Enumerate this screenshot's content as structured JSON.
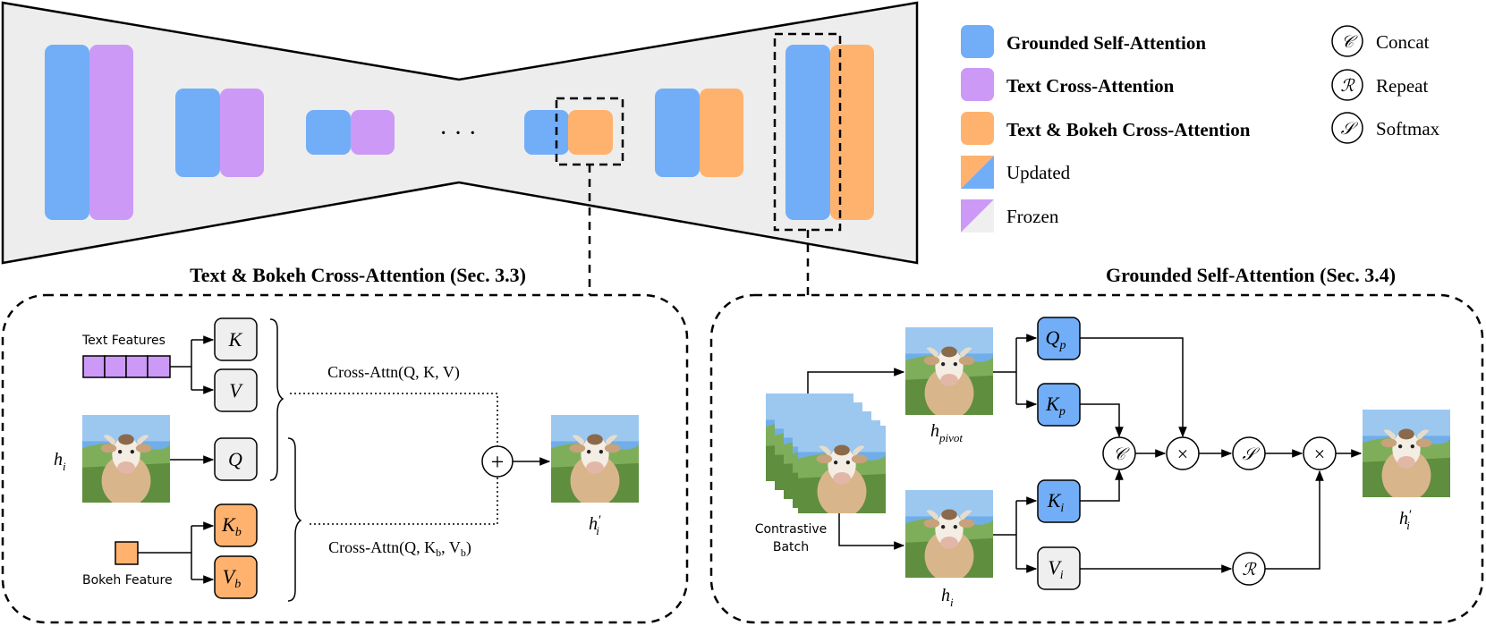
{
  "colors": {
    "blue": "#72AEF8",
    "purple": "#CC99F7",
    "orange": "#FFB26E",
    "frozen_gray": "#EFEFEF",
    "unet_fill": "#EDEDED",
    "image_sky": "#6FAEE8",
    "image_grass": "#6E9E4E"
  },
  "legend": {
    "items": [
      {
        "label": "Grounded Self-Attention",
        "color": "blue",
        "bold": true
      },
      {
        "label": "Text Cross-Attention",
        "color": "purple",
        "bold": true
      },
      {
        "label": "Text & Bokeh Cross-Attention",
        "color": "orange",
        "bold": true
      },
      {
        "label": "Updated",
        "color": "split-orange-blue",
        "bold": false
      },
      {
        "label": "Frozen",
        "color": "split-purple-gray",
        "bold": false
      }
    ],
    "ops": [
      {
        "symbol": "𝒞",
        "label": "Concat"
      },
      {
        "symbol": "ℛ",
        "label": "Repeat"
      },
      {
        "symbol": "𝒮",
        "label": "Softmax"
      }
    ]
  },
  "unet": {
    "ellipsis": "· · ·"
  },
  "left_panel": {
    "title": "Text & Bokeh Cross-Attention (Sec. 3.3)",
    "text_features_label": "Text Features",
    "bokeh_feature_label": "Bokeh Feature",
    "h_i": "h",
    "h_i_sub": "i",
    "k": "K",
    "v": "V",
    "q": "Q",
    "kb": "K",
    "kb_sub": "b",
    "vb": "V",
    "vb_sub": "b",
    "cross_attn_top": "Cross-Attn(Q, K, V)",
    "cross_attn_bottom": "Cross-Attn(Q, K",
    "cross_attn_bottom_mid": "b",
    "cross_attn_bottom_rest": ", V",
    "cross_attn_bottom_end": ")",
    "plus": "+",
    "out": "h",
    "out_prime": "′",
    "out_sub": "i"
  },
  "right_panel": {
    "title": "Grounded Self-Attention (Sec. 3.4)",
    "contrastive_line1": "Contrastive",
    "contrastive_line2": "Batch",
    "h_pivot": "h",
    "h_pivot_sub": "pivot",
    "h_i": "h",
    "h_i_sub": "i",
    "qp": "Q",
    "qp_sub": "p",
    "kp": "K",
    "kp_sub": "p",
    "ki": "K",
    "ki_sub": "i",
    "vi": "V",
    "vi_sub": "i",
    "concat": "𝒞",
    "mult": "×",
    "softmax": "𝒮",
    "repeat": "ℛ",
    "out": "h",
    "out_prime": "′",
    "out_sub": "i"
  }
}
